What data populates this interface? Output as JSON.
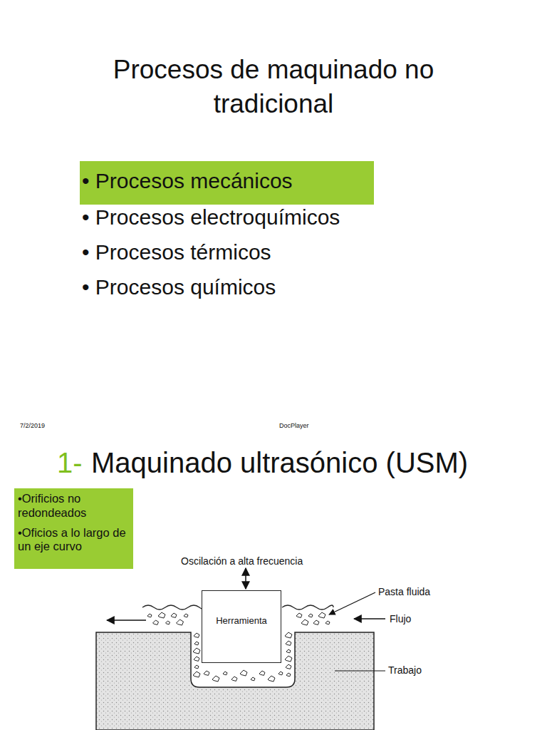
{
  "diagram": {
    "title": "Procesos de maquinado no tradicional",
    "nodes": [
      {
        "text": [
          "• Procesos mecánicos"
        ]
      },
      {
        "text": [
          "•Orificios no redondeados",
          "•Oficios a lo largo de un eje curvo"
        ]
      },
      {
        "text": [
          "Herramienta"
        ]
      }
    ],
    "edges": [],
    "labels": [
      "• Procesos electroquímicos",
      "• Procesos térmicos",
      "• Procesos químicos",
      "7/2/2019",
      "DocPlayer",
      "1-",
      "Maquinado ultrasónico (USM)",
      "Oscilación a alta frecuencia",
      "Pasta fluida",
      "Flujo",
      "Trabajo"
    ]
  }
}
